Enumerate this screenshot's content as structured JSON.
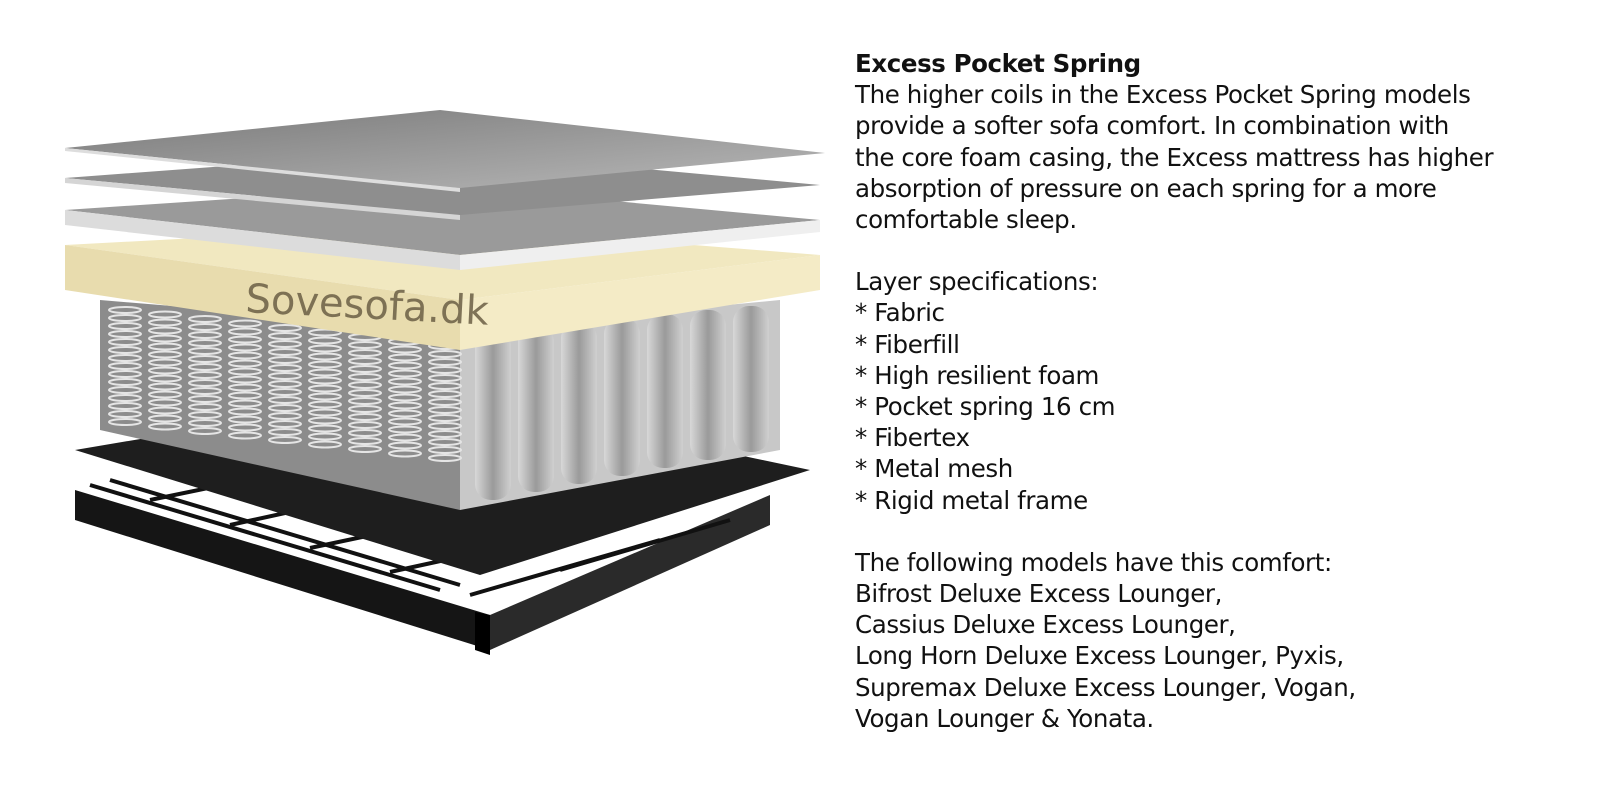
{
  "illustration": {
    "watermark": "Sovesofa.dk",
    "colors": {
      "fabric": "#8f8f8f",
      "foam": "#ece3b8",
      "spring": "#b9b9b9",
      "fibertex": "#1e1e1e",
      "frame": "#111111"
    }
  },
  "title": "Excess Pocket Spring",
  "description_lines": [
    "The higher coils in the Excess Pocket Spring models",
    "provide a softer sofa comfort. In combination with",
    "the core foam casing, the Excess mattress has higher",
    "absorption of pressure on each spring for a more",
    "comfortable sleep."
  ],
  "layers_heading": "Layer specifications:",
  "layers": [
    "* Fabric",
    "* Fiberfill",
    "* High resilient foam",
    "* Pocket spring 16 cm",
    "* Fibertex",
    "* Metal mesh",
    "* Rigid metal frame"
  ],
  "models_heading": "The following models have this comfort:",
  "models_lines": [
    "Bifrost Deluxe Excess Lounger,",
    "Cassius Deluxe Excess Lounger,",
    "Long Horn Deluxe Excess Lounger, Pyxis,",
    "Supremax Deluxe Excess Lounger, Vogan,",
    "Vogan Lounger & Yonata."
  ]
}
